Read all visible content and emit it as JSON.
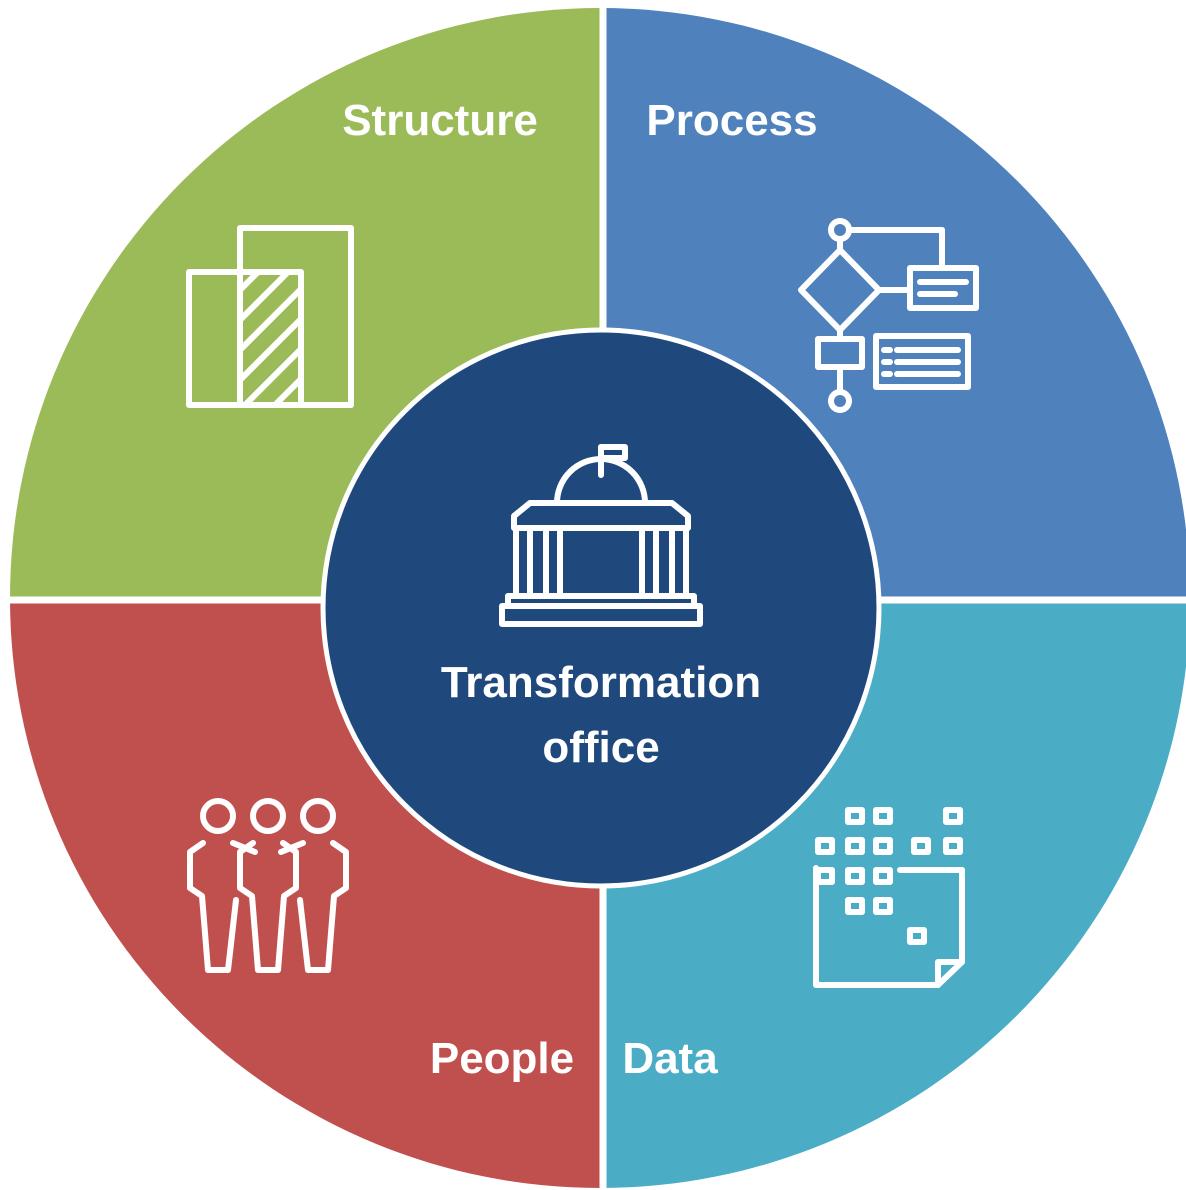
{
  "quadrants": {
    "structure": {
      "label": "Structure",
      "color": "#9BBB59",
      "icon": "building-blocks-icon"
    },
    "process": {
      "label": "Process",
      "color": "#4F81BD",
      "icon": "flowchart-icon"
    },
    "people": {
      "label": "People",
      "color": "#C0504D",
      "icon": "people-group-icon"
    },
    "data": {
      "label": "Data",
      "color": "#4BACC6",
      "icon": "data-grid-icon"
    }
  },
  "center": {
    "line1": "Transformation",
    "line2": "office",
    "color": "#1F497D",
    "icon": "government-building-icon"
  },
  "divider_color": "#ffffff"
}
